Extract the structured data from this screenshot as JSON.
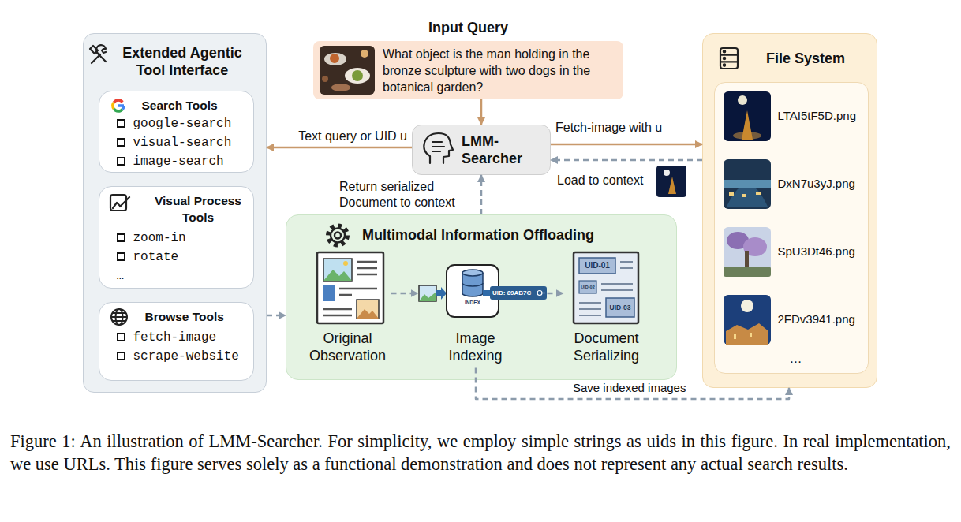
{
  "diagram": {
    "caption": "Figure 1: An illustration of LMM-Searcher. For simplicity, we employ simple strings as uids in this figure. In real implementation, we use URLs. This figure serves solely as a functional demonstration and does not represent any actual search results.",
    "nodes": [
      {
        "text": [
          "Extended Agentic Tool Interface"
        ]
      },
      {
        "text": [
          "Search Tools",
          "google-search",
          "visual-search",
          "image-search"
        ],
        "in": 0
      },
      {
        "text": [
          "Visual Process Tools",
          "zoom-in",
          "rotate",
          "…"
        ],
        "in": 0
      },
      {
        "text": [
          "Browse Tools",
          "fetch-image",
          "scrape-website"
        ],
        "in": 0
      },
      {
        "text": [
          "Input Query",
          "What object is the man holding in the bronze sculpture with two dogs in the botanical garden?"
        ]
      },
      {
        "text": [
          "LMM-Searcher"
        ]
      },
      {
        "text": [
          "File System"
        ]
      },
      {
        "text": [
          "LTAI5tF5D.png",
          "DxN7u3yJ.png",
          "SpU3Dt46.png",
          "2FDv3941.png",
          "…"
        ],
        "in": 6
      },
      {
        "text": [
          "Multimodal Information Offloading"
        ]
      },
      {
        "text": [
          "Original Observation"
        ],
        "in": 8
      },
      {
        "text": [
          "Image Indexing"
        ],
        "in": 8
      },
      {
        "text": [
          "Document Serializing"
        ],
        "in": 8
      }
    ],
    "edges": [
      {
        "from": 4,
        "to": 5,
        "arrow": "to"
      },
      {
        "from": 5,
        "to": 0,
        "label": "Text query or UID u",
        "arrow": "to"
      },
      {
        "from": 5,
        "to": 6,
        "label": "Fetch-image with u",
        "arrow": "to"
      },
      {
        "from": 6,
        "to": 5,
        "label": "Load to context",
        "arrow": "to"
      },
      {
        "from": 8,
        "to": 5,
        "label": "Return serialized Document to context",
        "arrow": "to"
      },
      {
        "from": 0,
        "to": 8,
        "arrow": "to"
      },
      {
        "from": 9,
        "to": 10,
        "arrow": "to"
      },
      {
        "from": 10,
        "to": 11,
        "arrow": "to"
      },
      {
        "from": 10,
        "to": 6,
        "label": "Save indexed images",
        "arrow": "to"
      }
    ],
    "labels": [
      "UID: 89AB7C",
      "INDEX",
      "UID-01",
      "UID-02",
      "UID-03"
    ]
  }
}
